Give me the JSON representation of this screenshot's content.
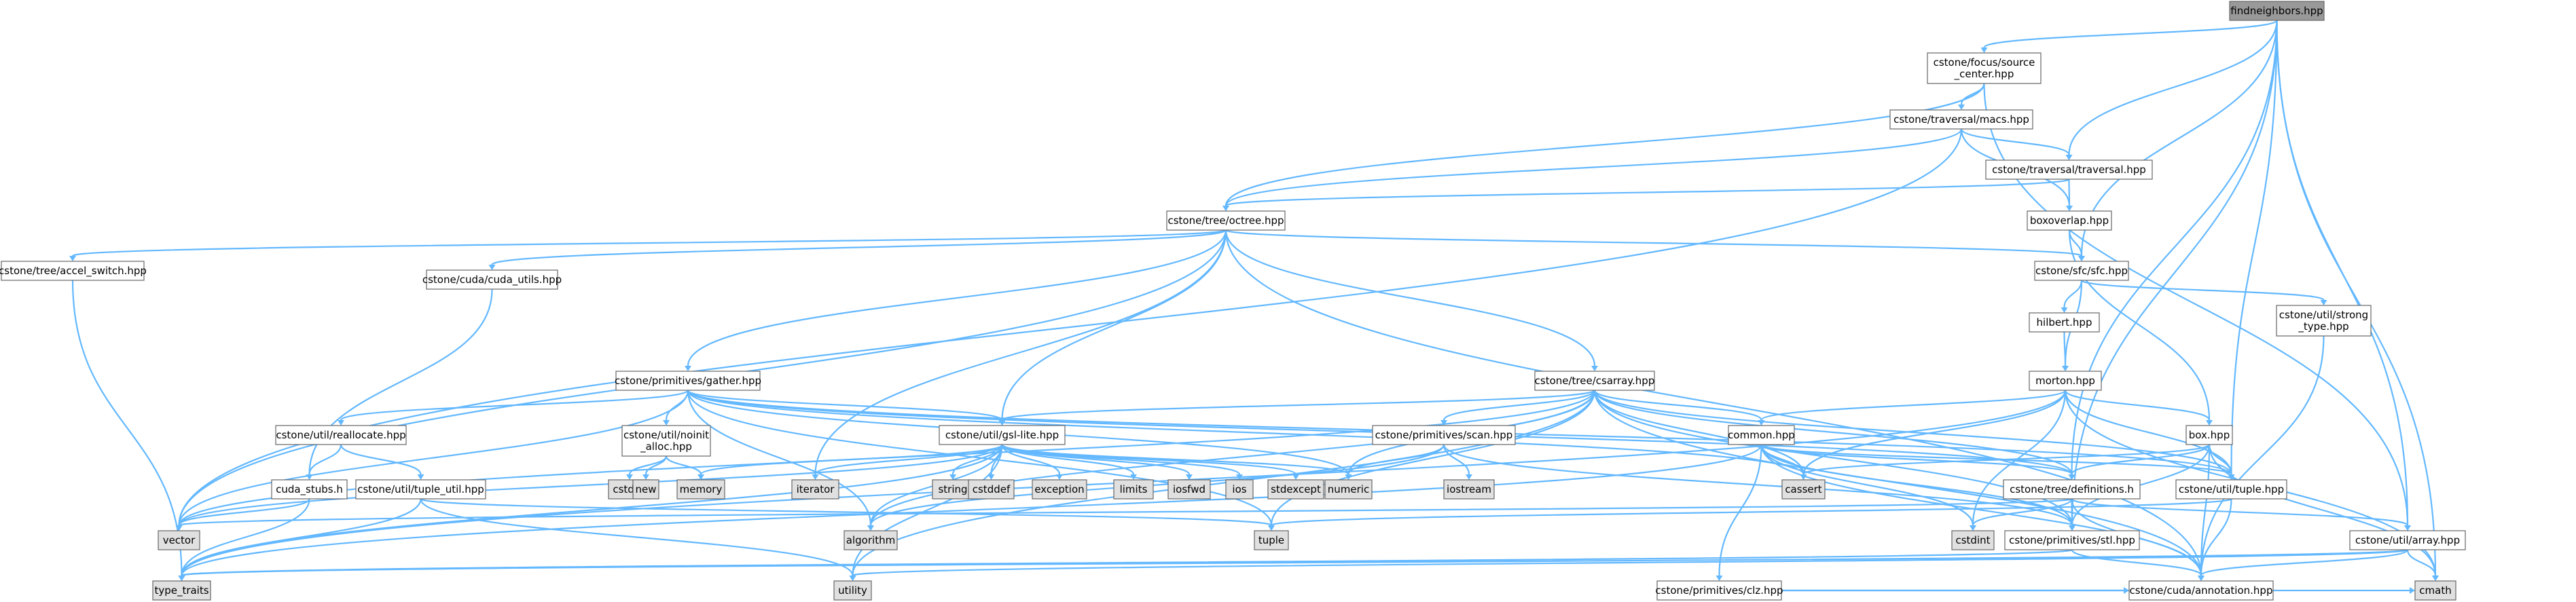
{
  "diagram": {
    "type": "include-dependency-graph",
    "root": "findneighbors.hpp",
    "colors": {
      "background": "#ffffff",
      "edge": "#63b8ff",
      "node_fill": "#ffffff",
      "node_border": "#666666",
      "system_header_fill": "#e0e0e0",
      "root_fill": "#999999",
      "text": "#000000"
    },
    "nodes": [
      {
        "id": "findneighbors",
        "lines": [
          "findneighbors.hpp"
        ],
        "kind": "root"
      },
      {
        "id": "focus_source",
        "lines": [
          "cstone/focus/source",
          "_center.hpp"
        ],
        "kind": "file"
      },
      {
        "id": "macs",
        "lines": [
          "cstone/traversal/macs.hpp"
        ],
        "kind": "file"
      },
      {
        "id": "traversal",
        "lines": [
          "cstone/traversal/traversal.hpp"
        ],
        "kind": "file"
      },
      {
        "id": "octree",
        "lines": [
          "cstone/tree/octree.hpp"
        ],
        "kind": "file"
      },
      {
        "id": "boxoverlap",
        "lines": [
          "boxoverlap.hpp"
        ],
        "kind": "file"
      },
      {
        "id": "accel_switch",
        "lines": [
          "cstone/tree/accel_switch.hpp"
        ],
        "kind": "file"
      },
      {
        "id": "sfc",
        "lines": [
          "cstone/sfc/sfc.hpp"
        ],
        "kind": "file"
      },
      {
        "id": "cuda_utils",
        "lines": [
          "cstone/cuda/cuda_utils.hpp"
        ],
        "kind": "file"
      },
      {
        "id": "hilbert",
        "lines": [
          "hilbert.hpp"
        ],
        "kind": "file"
      },
      {
        "id": "strong_type",
        "lines": [
          "cstone/util/strong",
          "_type.hpp"
        ],
        "kind": "file"
      },
      {
        "id": "gather",
        "lines": [
          "cstone/primitives/gather.hpp"
        ],
        "kind": "file"
      },
      {
        "id": "csarray",
        "lines": [
          "cstone/tree/csarray.hpp"
        ],
        "kind": "file"
      },
      {
        "id": "morton",
        "lines": [
          "morton.hpp"
        ],
        "kind": "file"
      },
      {
        "id": "reallocate",
        "lines": [
          "cstone/util/reallocate.hpp"
        ],
        "kind": "file"
      },
      {
        "id": "noinit",
        "lines": [
          "cstone/util/noinit",
          "_alloc.hpp"
        ],
        "kind": "file"
      },
      {
        "id": "gsl_lite",
        "lines": [
          "cstone/util/gsl-lite.hpp"
        ],
        "kind": "file"
      },
      {
        "id": "scan",
        "lines": [
          "cstone/primitives/scan.hpp"
        ],
        "kind": "file"
      },
      {
        "id": "common",
        "lines": [
          "common.hpp"
        ],
        "kind": "file"
      },
      {
        "id": "box",
        "lines": [
          "box.hpp"
        ],
        "kind": "file"
      },
      {
        "id": "cuda_stubs",
        "lines": [
          "cuda_stubs.h"
        ],
        "kind": "file"
      },
      {
        "id": "tuple_util",
        "lines": [
          "cstone/util/tuple_util.hpp"
        ],
        "kind": "file"
      },
      {
        "id": "cstdlib",
        "lines": [
          "cstdlib"
        ],
        "kind": "system"
      },
      {
        "id": "new",
        "lines": [
          "new"
        ],
        "kind": "system"
      },
      {
        "id": "memory",
        "lines": [
          "memory"
        ],
        "kind": "system"
      },
      {
        "id": "iterator",
        "lines": [
          "iterator"
        ],
        "kind": "system"
      },
      {
        "id": "string",
        "lines": [
          "string"
        ],
        "kind": "system"
      },
      {
        "id": "cstddef",
        "lines": [
          "cstddef"
        ],
        "kind": "system"
      },
      {
        "id": "exception",
        "lines": [
          "exception"
        ],
        "kind": "system"
      },
      {
        "id": "limits",
        "lines": [
          "limits"
        ],
        "kind": "system"
      },
      {
        "id": "iosfwd",
        "lines": [
          "iosfwd"
        ],
        "kind": "system"
      },
      {
        "id": "ios",
        "lines": [
          "ios"
        ],
        "kind": "system"
      },
      {
        "id": "stdexcept",
        "lines": [
          "stdexcept"
        ],
        "kind": "system"
      },
      {
        "id": "numeric",
        "lines": [
          "numeric"
        ],
        "kind": "system"
      },
      {
        "id": "iostream",
        "lines": [
          "iostream"
        ],
        "kind": "system"
      },
      {
        "id": "cassert",
        "lines": [
          "cassert"
        ],
        "kind": "system"
      },
      {
        "id": "definitions",
        "lines": [
          "cstone/tree/definitions.h"
        ],
        "kind": "file"
      },
      {
        "id": "tuple_hpp",
        "lines": [
          "cstone/util/tuple.hpp"
        ],
        "kind": "file"
      },
      {
        "id": "vector",
        "lines": [
          "vector"
        ],
        "kind": "system"
      },
      {
        "id": "algorithm",
        "lines": [
          "algorithm"
        ],
        "kind": "system"
      },
      {
        "id": "tuple",
        "lines": [
          "tuple"
        ],
        "kind": "system"
      },
      {
        "id": "cstdint",
        "lines": [
          "cstdint"
        ],
        "kind": "system"
      },
      {
        "id": "stl",
        "lines": [
          "cstone/primitives/stl.hpp"
        ],
        "kind": "file"
      },
      {
        "id": "clz",
        "lines": [
          "cstone/primitives/clz.hpp"
        ],
        "kind": "file"
      },
      {
        "id": "array",
        "lines": [
          "cstone/util/array.hpp"
        ],
        "kind": "file"
      },
      {
        "id": "type_traits",
        "lines": [
          "type_traits"
        ],
        "kind": "system"
      },
      {
        "id": "utility",
        "lines": [
          "utility"
        ],
        "kind": "system"
      },
      {
        "id": "annotation",
        "lines": [
          "cstone/cuda/annotation.hpp"
        ],
        "kind": "file"
      },
      {
        "id": "cmath",
        "lines": [
          "cmath"
        ],
        "kind": "system"
      }
    ],
    "edges": [
      [
        "findneighbors",
        "focus_source"
      ],
      [
        "findneighbors",
        "traversal"
      ],
      [
        "findneighbors",
        "sfc"
      ],
      [
        "findneighbors",
        "definitions"
      ],
      [
        "findneighbors",
        "tuple_hpp"
      ],
      [
        "findneighbors",
        "stl"
      ],
      [
        "findneighbors",
        "array"
      ],
      [
        "findneighbors",
        "cmath"
      ],
      [
        "focus_source",
        "macs"
      ],
      [
        "focus_source",
        "octree"
      ],
      [
        "focus_source",
        "array"
      ],
      [
        "macs",
        "traversal"
      ],
      [
        "macs",
        "octree"
      ],
      [
        "macs",
        "boxoverlap"
      ],
      [
        "macs",
        "vector"
      ],
      [
        "traversal",
        "octree"
      ],
      [
        "traversal",
        "boxoverlap"
      ],
      [
        "boxoverlap",
        "sfc"
      ],
      [
        "boxoverlap",
        "box"
      ],
      [
        "octree",
        "accel_switch"
      ],
      [
        "octree",
        "sfc"
      ],
      [
        "octree",
        "cuda_utils"
      ],
      [
        "octree",
        "gather"
      ],
      [
        "octree",
        "csarray"
      ],
      [
        "octree",
        "gsl_lite"
      ],
      [
        "octree",
        "iterator"
      ],
      [
        "octree",
        "vector"
      ],
      [
        "octree",
        "annotation"
      ],
      [
        "accel_switch",
        "type_traits"
      ],
      [
        "sfc",
        "hilbert"
      ],
      [
        "sfc",
        "morton"
      ],
      [
        "sfc",
        "strong_type"
      ],
      [
        "hilbert",
        "morton"
      ],
      [
        "strong_type",
        "annotation"
      ],
      [
        "cuda_utils",
        "cuda_stubs"
      ],
      [
        "gather",
        "reallocate"
      ],
      [
        "gather",
        "noinit"
      ],
      [
        "gather",
        "gsl_lite"
      ],
      [
        "gather",
        "vector"
      ],
      [
        "gather",
        "algorithm"
      ],
      [
        "gather",
        "numeric"
      ],
      [
        "gather",
        "tuple"
      ],
      [
        "gather",
        "cassert"
      ],
      [
        "gather",
        "definitions"
      ],
      [
        "gather",
        "tuple_hpp"
      ],
      [
        "reallocate",
        "cuda_stubs"
      ],
      [
        "reallocate",
        "tuple_util"
      ],
      [
        "noinit",
        "memory"
      ],
      [
        "noinit",
        "new"
      ],
      [
        "noinit",
        "cstdlib"
      ],
      [
        "cuda_stubs",
        "vector"
      ],
      [
        "cuda_stubs",
        "type_traits"
      ],
      [
        "tuple_util",
        "tuple"
      ],
      [
        "tuple_util",
        "type_traits"
      ],
      [
        "tuple_util",
        "utility"
      ],
      [
        "gsl_lite",
        "algorithm"
      ],
      [
        "gsl_lite",
        "exception"
      ],
      [
        "gsl_lite",
        "iterator"
      ],
      [
        "gsl_lite",
        "limits"
      ],
      [
        "gsl_lite",
        "memory"
      ],
      [
        "gsl_lite",
        "ios"
      ],
      [
        "gsl_lite",
        "iosfwd"
      ],
      [
        "gsl_lite",
        "cstddef"
      ],
      [
        "gsl_lite",
        "stdexcept"
      ],
      [
        "gsl_lite",
        "string"
      ],
      [
        "gsl_lite",
        "type_traits"
      ],
      [
        "gsl_lite",
        "utility"
      ],
      [
        "gsl_lite",
        "vector"
      ],
      [
        "gsl_lite",
        "numeric"
      ],
      [
        "csarray",
        "gsl_lite"
      ],
      [
        "csarray",
        "scan"
      ],
      [
        "csarray",
        "common"
      ],
      [
        "csarray",
        "algorithm"
      ],
      [
        "csarray",
        "cassert"
      ],
      [
        "csarray",
        "numeric"
      ],
      [
        "csarray",
        "vector"
      ],
      [
        "csarray",
        "tuple"
      ],
      [
        "csarray",
        "definitions"
      ],
      [
        "csarray",
        "tuple_hpp"
      ],
      [
        "csarray",
        "stl"
      ],
      [
        "csarray",
        "utility"
      ],
      [
        "csarray",
        "annotation"
      ],
      [
        "scan",
        "numeric"
      ],
      [
        "scan",
        "iostream"
      ],
      [
        "scan",
        "stl"
      ],
      [
        "scan",
        "algorithm"
      ],
      [
        "morton",
        "common"
      ],
      [
        "morton",
        "box"
      ],
      [
        "morton",
        "cassert"
      ],
      [
        "morton",
        "cstdint"
      ],
      [
        "morton",
        "cmath"
      ],
      [
        "morton",
        "tuple_hpp"
      ],
      [
        "morton",
        "type_traits"
      ],
      [
        "common",
        "clz"
      ],
      [
        "common",
        "definitions"
      ],
      [
        "common",
        "stl"
      ],
      [
        "common",
        "cassert"
      ],
      [
        "common",
        "cstdint"
      ],
      [
        "common",
        "tuple_hpp"
      ],
      [
        "common",
        "annotation"
      ],
      [
        "common",
        "type_traits"
      ],
      [
        "box",
        "cassert"
      ],
      [
        "box",
        "definitions"
      ],
      [
        "box",
        "tuple_hpp"
      ],
      [
        "box",
        "stl"
      ],
      [
        "box",
        "cmath"
      ],
      [
        "box",
        "annotation"
      ],
      [
        "definitions",
        "cstdint"
      ],
      [
        "definitions",
        "array"
      ],
      [
        "definitions",
        "stl"
      ],
      [
        "definitions",
        "annotation"
      ],
      [
        "definitions",
        "vector"
      ],
      [
        "tuple_hpp",
        "tuple"
      ],
      [
        "tuple_hpp",
        "annotation"
      ],
      [
        "clz",
        "annotation"
      ],
      [
        "clz",
        "cmath"
      ],
      [
        "stl",
        "annotation"
      ],
      [
        "stl",
        "type_traits"
      ],
      [
        "array",
        "annotation"
      ],
      [
        "array",
        "cmath"
      ],
      [
        "array",
        "type_traits"
      ],
      [
        "array",
        "utility"
      ]
    ]
  }
}
